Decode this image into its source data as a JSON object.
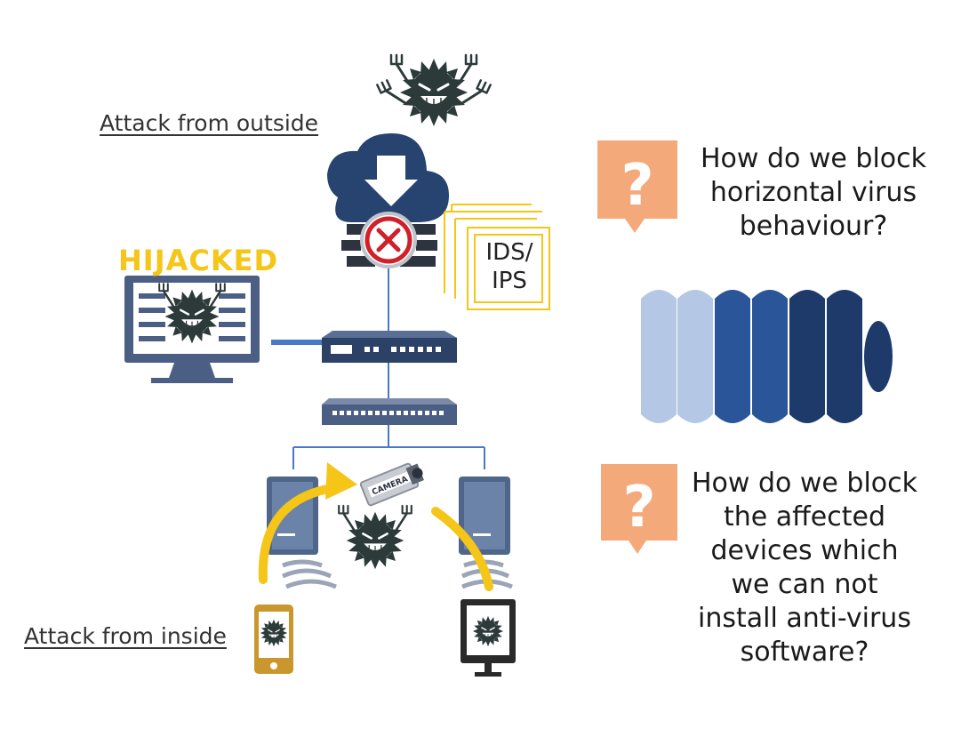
{
  "labels": {
    "attack_outside": "Attack from outside",
    "attack_inside": "Attack from inside",
    "hijacked": "HIJACKED",
    "ids_ips": [
      "IDS/",
      "IPS"
    ],
    "camera": "CAMERA"
  },
  "questions": [
    {
      "lines": [
        "How do we block",
        "horizontal virus",
        "behaviour?"
      ]
    },
    {
      "lines": [
        "How do we block",
        "the affected",
        "devices which",
        "we can not",
        "install anti-virus",
        "software?"
      ]
    }
  ],
  "question_mark": "?",
  "colors": {
    "navy": "#1f3f73",
    "cloud": "#26446f",
    "light_blue": "#b4c8e6",
    "mid_blue": "#2b5599",
    "dark_blue": "#1d3a6b",
    "yellow": "#f5c518",
    "orange_box": "#f4a97a",
    "firewall_red": "#d0202a",
    "virus": "#2d3a3a"
  },
  "icons": [
    "virus-icon",
    "cloud-download-icon",
    "firewall-icon",
    "switch-icon",
    "monitor-icon",
    "access-point-icon",
    "camera-icon",
    "smartphone-icon",
    "tablet-icon",
    "question-icon",
    "arrow-icon"
  ]
}
